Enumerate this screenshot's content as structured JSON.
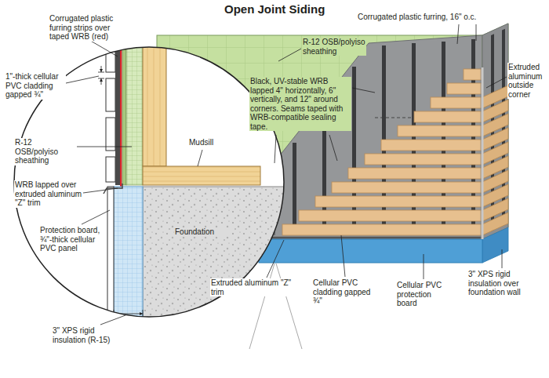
{
  "diagram": {
    "title": "Open Joint Siding",
    "labels": [
      "Corrugated plastic furring strips over taped WRB (red)",
      "1\"-thick cellular PVC cladding gapped ¾\"",
      "R-12 OSB/polyiso sheathing",
      "WRB lapped over extruded aluminum \"Z\" trim",
      "Protection board, ¾\"-thick cellular PVC panel",
      "3\" XPS rigid insulation (R-15)",
      "Mudsill",
      "Foundation",
      "R-12 OSB/polyiso sheathing",
      "Corrugated plastic furring, 16\" o.c.",
      "Black, UV-stable WRB lapped 4\" horizontally, 6\" vertically, and 12\" around corners. Seams taped with WRB-compatible sealing tape.",
      "Extruded aluminum outside corner",
      "Extruded aluminum \"Z\" trim",
      "Cellular PVC cladding gapped ¾\"",
      "Cellular PVC protection board",
      "3\" XPS rigid insulation over foundation wall"
    ]
  }
}
